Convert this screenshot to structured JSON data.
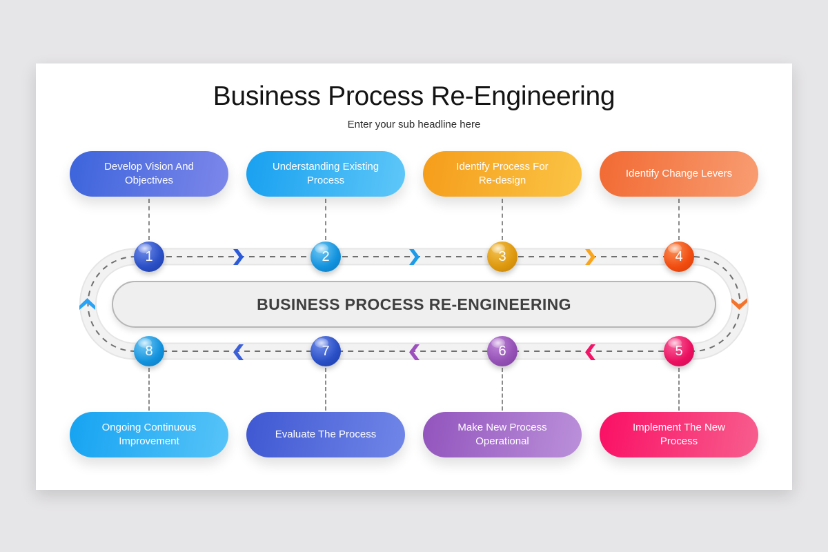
{
  "slide": {
    "title": "Business Process Re-Engineering",
    "subtitle": "Enter your sub headline here",
    "center_label": "BUSINESS PROCESS RE-ENGINEERING",
    "background_color": "#ffffff",
    "page_background_color": "#e6e5e7"
  },
  "steps": [
    {
      "number": "1",
      "label": "Develop Vision And Objectives",
      "pill_gradient": [
        "#3c64dc",
        "#7d87ea"
      ],
      "circle_color": "#2a4fc5"
    },
    {
      "number": "2",
      "label": "Understanding Existing Process",
      "pill_gradient": [
        "#18a0f0",
        "#5ec7f8"
      ],
      "circle_color": "#1292dd"
    },
    {
      "number": "3",
      "label": "Identify Process For Re-design",
      "pill_gradient": [
        "#f59d1b",
        "#fbc445"
      ],
      "circle_color": "#dd980d"
    },
    {
      "number": "4",
      "label": "Identify Change Levers",
      "pill_gradient": [
        "#f26a33",
        "#f89d72"
      ],
      "circle_color": "#f14c10"
    },
    {
      "number": "5",
      "label": "Implement The New Process",
      "pill_gradient": [
        "#fa0f64",
        "#f75e8e"
      ],
      "circle_color": "#eb1060"
    },
    {
      "number": "6",
      "label": "Make New Process Operational",
      "pill_gradient": [
        "#9254bd",
        "#bb90da"
      ],
      "circle_color": "#9450b5"
    },
    {
      "number": "7",
      "label": "Evaluate The Process",
      "pill_gradient": [
        "#3f58d2",
        "#7186e8"
      ],
      "circle_color": "#2a4fc5"
    },
    {
      "number": "8",
      "label": "Ongoing Continuous Improvement",
      "pill_gradient": [
        "#16a3f2",
        "#57c4f8"
      ],
      "circle_color": "#1292dd"
    }
  ],
  "arrows": [
    {
      "name": "step1-to-step2",
      "direction": "right",
      "color": "#2b5bd8"
    },
    {
      "name": "step2-to-step3",
      "direction": "right",
      "color": "#1c9be8"
    },
    {
      "name": "step3-to-step4",
      "direction": "right",
      "color": "#f9a51b"
    },
    {
      "name": "step4-to-step5",
      "direction": "down",
      "color": "#f4742b"
    },
    {
      "name": "step5-to-step6",
      "direction": "left",
      "color": "#f31367"
    },
    {
      "name": "step6-to-step7",
      "direction": "left",
      "color": "#9c50be"
    },
    {
      "name": "step7-to-step8",
      "direction": "left",
      "color": "#3a5fd9"
    },
    {
      "name": "step8-to-step1",
      "direction": "up",
      "color": "#29a3f5"
    }
  ]
}
